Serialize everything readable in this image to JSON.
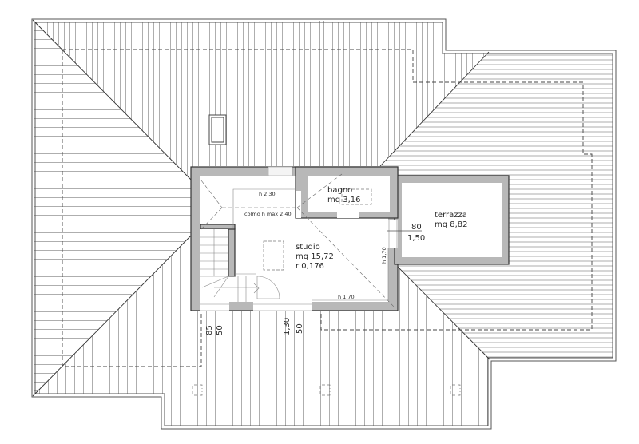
{
  "drawing": {
    "type": "roof plan / attic floor plan",
    "colors": {
      "wall_fill": "#b8b8b8",
      "wall_stroke": "#333333",
      "hatch": "#9a9a9a",
      "background": "#ffffff"
    }
  },
  "rooms": {
    "studio": {
      "name": "studio",
      "area": "mq 15,72",
      "ratio": "r 0,176"
    },
    "bagno": {
      "name": "bagno",
      "area": "mq 3,16"
    },
    "terrazza": {
      "name": "terrazza",
      "area": "mq 8,82"
    }
  },
  "annotations": {
    "h_230": "h 2,30",
    "colmo": "colmo h max 2,40",
    "h_170_bottom": "h 1,70",
    "h_170_side": "h 1,70"
  },
  "dimensions": {
    "door_width": "80",
    "door_height": "1,50",
    "left_85": "85",
    "left_50": "50",
    "mid_130": "1,30",
    "mid_50": "50"
  }
}
